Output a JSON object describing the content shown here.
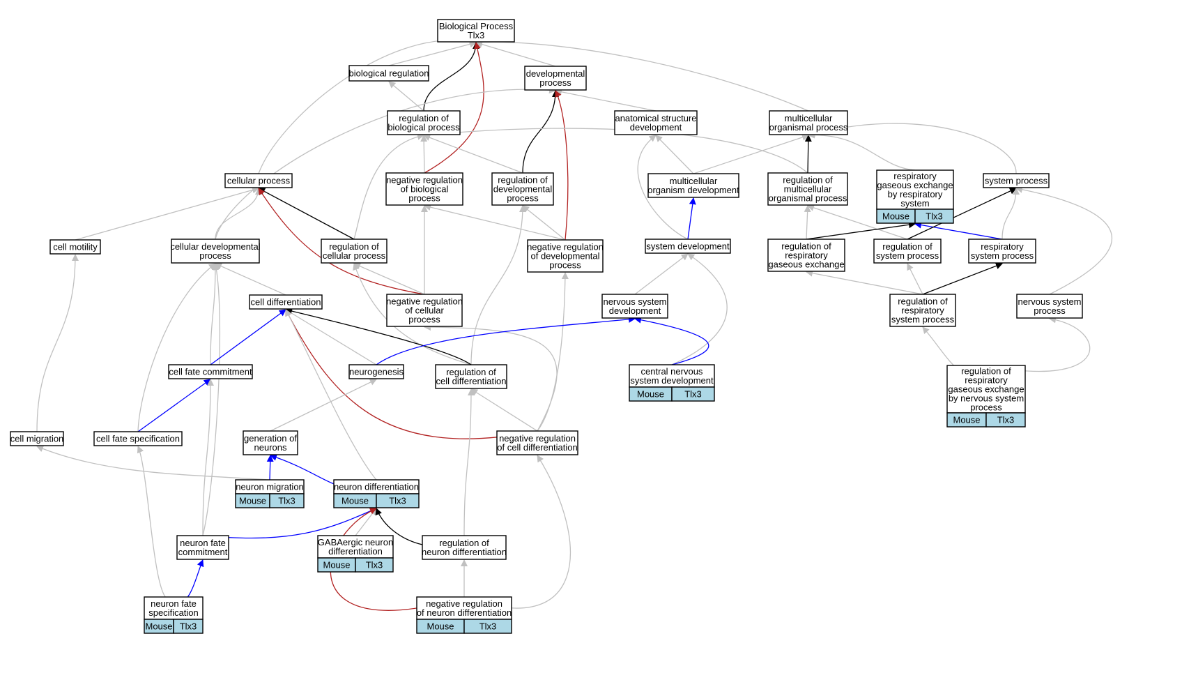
{
  "colors": {
    "gray": "#c0c0c0",
    "black": "#000000",
    "red": "#b22222",
    "blue": "#0000ff",
    "annotation_fill": "#add8e6"
  },
  "nodes": [
    {
      "id": "bp",
      "lines": [
        "Biological Process",
        "Tlx3"
      ]
    },
    {
      "id": "bioreg",
      "lines": [
        "biological regulation"
      ]
    },
    {
      "id": "devproc",
      "lines": [
        "developmental",
        "process"
      ]
    },
    {
      "id": "regbio",
      "lines": [
        "regulation of",
        "biological process"
      ]
    },
    {
      "id": "anat",
      "lines": [
        "anatomical structure",
        "development"
      ]
    },
    {
      "id": "multi",
      "lines": [
        "multicellular",
        "organismal process"
      ]
    },
    {
      "id": "cellproc",
      "lines": [
        "cellular process"
      ]
    },
    {
      "id": "negregbio",
      "lines": [
        "negative regulation",
        "of biological",
        "process"
      ]
    },
    {
      "id": "regdev",
      "lines": [
        "regulation of",
        "developmental",
        "process"
      ]
    },
    {
      "id": "multidev",
      "lines": [
        "multicellular",
        "organism development"
      ]
    },
    {
      "id": "regmulti",
      "lines": [
        "regulation of",
        "multicellular",
        "organismal process"
      ]
    },
    {
      "id": "respgas",
      "lines": [
        "respiratory",
        "gaseous exchange",
        "by respiratory",
        "system"
      ],
      "annot": [
        "Mouse",
        "Tlx3"
      ]
    },
    {
      "id": "sysproc",
      "lines": [
        "system process"
      ]
    },
    {
      "id": "cellmot",
      "lines": [
        "cell motility"
      ]
    },
    {
      "id": "celldevproc",
      "lines": [
        "cellular developmental",
        "process"
      ]
    },
    {
      "id": "regcell",
      "lines": [
        "regulation of",
        "cellular process"
      ]
    },
    {
      "id": "negregdev",
      "lines": [
        "negative regulation",
        "of developmental",
        "process"
      ]
    },
    {
      "id": "sysdev",
      "lines": [
        "system development"
      ]
    },
    {
      "id": "regresp",
      "lines": [
        "regulation of",
        "respiratory",
        "gaseous exchange"
      ]
    },
    {
      "id": "regsys",
      "lines": [
        "regulation of",
        "system process"
      ]
    },
    {
      "id": "respsys",
      "lines": [
        "respiratory",
        "system process"
      ]
    },
    {
      "id": "celldiff",
      "lines": [
        "cell differentiation"
      ]
    },
    {
      "id": "negregcell",
      "lines": [
        "negative regulation",
        "of cellular",
        "process"
      ]
    },
    {
      "id": "nsdev",
      "lines": [
        "nervous system",
        "development"
      ]
    },
    {
      "id": "regrespsys",
      "lines": [
        "regulation of",
        "respiratory",
        "system process"
      ]
    },
    {
      "id": "nsproc",
      "lines": [
        "nervous system",
        "process"
      ]
    },
    {
      "id": "cellfate",
      "lines": [
        "cell fate commitment"
      ]
    },
    {
      "id": "neurogen",
      "lines": [
        "neurogenesis"
      ]
    },
    {
      "id": "regcelldiff",
      "lines": [
        "regulation of",
        "cell differentiation"
      ]
    },
    {
      "id": "cns",
      "lines": [
        "central nervous",
        "system development"
      ],
      "annot": [
        "Mouse",
        "Tlx3"
      ]
    },
    {
      "id": "regrespns",
      "lines": [
        "regulation of",
        "respiratory",
        "gaseous exchange",
        "by nervous system",
        "process"
      ],
      "annot": [
        "Mouse",
        "Tlx3"
      ]
    },
    {
      "id": "cellmig",
      "lines": [
        "cell migration"
      ]
    },
    {
      "id": "cellfatespec",
      "lines": [
        "cell fate specification"
      ]
    },
    {
      "id": "genneur",
      "lines": [
        "generation of",
        "neurons"
      ]
    },
    {
      "id": "negregcelldiff",
      "lines": [
        "negative regulation",
        "of cell differentiation"
      ]
    },
    {
      "id": "neurmig",
      "lines": [
        "neuron migration"
      ],
      "annot": [
        "Mouse",
        "Tlx3"
      ]
    },
    {
      "id": "neurdiff",
      "lines": [
        "neuron differentiation"
      ],
      "annot": [
        "Mouse",
        "Tlx3"
      ]
    },
    {
      "id": "neurfate",
      "lines": [
        "neuron fate",
        "commitment"
      ]
    },
    {
      "id": "gaba",
      "lines": [
        "GABAergic neuron",
        "differentiation"
      ],
      "annot": [
        "Mouse",
        "Tlx3"
      ]
    },
    {
      "id": "regneurdiff",
      "lines": [
        "regulation of",
        "neuron differentiation"
      ]
    },
    {
      "id": "neurfatespec",
      "lines": [
        "neuron fate",
        "specification"
      ],
      "annot": [
        "Mouse",
        "Tlx3"
      ]
    },
    {
      "id": "negregneurdiff",
      "lines": [
        "negative regulation",
        "of neuron differentiation"
      ],
      "annot": [
        "Mouse",
        "Tlx3"
      ]
    }
  ],
  "edges": [
    {
      "from": "bioreg",
      "to": "bp",
      "type": "gray"
    },
    {
      "from": "devproc",
      "to": "bp",
      "type": "gray"
    },
    {
      "from": "multi",
      "to": "bp",
      "type": "gray"
    },
    {
      "from": "cellproc",
      "to": "bp",
      "type": "gray"
    },
    {
      "from": "regbio",
      "to": "bp",
      "type": "black"
    },
    {
      "from": "negregbio",
      "to": "bp",
      "type": "red"
    },
    {
      "from": "regbio",
      "to": "bioreg",
      "type": "gray"
    },
    {
      "from": "anat",
      "to": "devproc",
      "type": "gray"
    },
    {
      "from": "celldevproc",
      "to": "devproc",
      "type": "gray"
    },
    {
      "from": "regdev",
      "to": "devproc",
      "type": "black"
    },
    {
      "from": "negregdev",
      "to": "devproc",
      "type": "red"
    },
    {
      "from": "negregbio",
      "to": "regbio",
      "type": "gray"
    },
    {
      "from": "regdev",
      "to": "regbio",
      "type": "gray"
    },
    {
      "from": "regcell",
      "to": "regbio",
      "type": "gray"
    },
    {
      "from": "regmulti",
      "to": "regbio",
      "type": "gray"
    },
    {
      "from": "multidev",
      "to": "anat",
      "type": "gray"
    },
    {
      "from": "sysdev",
      "to": "anat",
      "type": "gray"
    },
    {
      "from": "multidev",
      "to": "multi",
      "type": "gray"
    },
    {
      "from": "regmulti",
      "to": "multi",
      "type": "black"
    },
    {
      "from": "respgas",
      "to": "multi",
      "type": "gray"
    },
    {
      "from": "sysproc",
      "to": "multi",
      "type": "gray"
    },
    {
      "from": "cellmot",
      "to": "cellproc",
      "type": "gray"
    },
    {
      "from": "celldevproc",
      "to": "cellproc",
      "type": "gray"
    },
    {
      "from": "regcell",
      "to": "cellproc",
      "type": "black"
    },
    {
      "from": "negregcell",
      "to": "cellproc",
      "type": "red"
    },
    {
      "from": "negregcell",
      "to": "negregbio",
      "type": "gray"
    },
    {
      "from": "negregdev",
      "to": "negregbio",
      "type": "gray"
    },
    {
      "from": "regcelldiff",
      "to": "regdev",
      "type": "gray"
    },
    {
      "from": "negregdev",
      "to": "regdev",
      "type": "gray"
    },
    {
      "from": "sysdev",
      "to": "multidev",
      "type": "blue"
    },
    {
      "from": "regresp",
      "to": "regmulti",
      "type": "gray"
    },
    {
      "from": "regsys",
      "to": "regmulti",
      "type": "gray"
    },
    {
      "from": "regresp",
      "to": "respgas",
      "type": "black"
    },
    {
      "from": "respsys",
      "to": "respgas",
      "type": "blue"
    },
    {
      "from": "regsys",
      "to": "sysproc",
      "type": "black"
    },
    {
      "from": "respsys",
      "to": "sysproc",
      "type": "gray"
    },
    {
      "from": "nsproc",
      "to": "sysproc",
      "type": "gray"
    },
    {
      "from": "cellmig",
      "to": "cellmot",
      "type": "gray"
    },
    {
      "from": "celldiff",
      "to": "celldevproc",
      "type": "gray"
    },
    {
      "from": "cellfate",
      "to": "celldevproc",
      "type": "gray"
    },
    {
      "from": "cellfatespec",
      "to": "celldevproc",
      "type": "gray"
    },
    {
      "from": "neurfate",
      "to": "celldevproc",
      "type": "gray"
    },
    {
      "from": "negregcell",
      "to": "regcell",
      "type": "gray"
    },
    {
      "from": "regcelldiff",
      "to": "regcell",
      "type": "gray"
    },
    {
      "from": "negregcelldiff",
      "to": "negregdev",
      "type": "gray"
    },
    {
      "from": "nsdev",
      "to": "sysdev",
      "type": "gray"
    },
    {
      "from": "cns",
      "to": "sysdev",
      "type": "gray"
    },
    {
      "from": "regrespsys",
      "to": "regresp",
      "type": "gray"
    },
    {
      "from": "regrespsys",
      "to": "regsys",
      "type": "gray"
    },
    {
      "from": "regrespsys",
      "to": "respsys",
      "type": "black"
    },
    {
      "from": "cellfate",
      "to": "celldiff",
      "type": "blue"
    },
    {
      "from": "neurogen",
      "to": "celldiff",
      "type": "gray"
    },
    {
      "from": "regcelldiff",
      "to": "celldiff",
      "type": "black"
    },
    {
      "from": "negregcelldiff",
      "to": "celldiff",
      "type": "red"
    },
    {
      "from": "neurdiff",
      "to": "celldiff",
      "type": "gray"
    },
    {
      "from": "negregcelldiff",
      "to": "negregcell",
      "type": "gray"
    },
    {
      "from": "neurogen",
      "to": "nsdev",
      "type": "blue"
    },
    {
      "from": "cns",
      "to": "nsdev",
      "type": "blue"
    },
    {
      "from": "regrespns",
      "to": "regrespsys",
      "type": "gray"
    },
    {
      "from": "regrespns",
      "to": "nsproc",
      "type": "gray"
    },
    {
      "from": "cellfatespec",
      "to": "cellfate",
      "type": "blue"
    },
    {
      "from": "neurfate",
      "to": "cellfate",
      "type": "gray"
    },
    {
      "from": "genneur",
      "to": "neurogen",
      "type": "gray"
    },
    {
      "from": "negregcelldiff",
      "to": "regcelldiff",
      "type": "gray"
    },
    {
      "from": "regneurdiff",
      "to": "regcelldiff",
      "type": "gray"
    },
    {
      "from": "neurmig",
      "to": "cellmig",
      "type": "gray"
    },
    {
      "from": "neurfatespec",
      "to": "cellfatespec",
      "type": "gray"
    },
    {
      "from": "neurmig",
      "to": "genneur",
      "type": "blue"
    },
    {
      "from": "neurdiff",
      "to": "genneur",
      "type": "blue"
    },
    {
      "from": "negregneurdiff",
      "to": "negregcelldiff",
      "type": "gray"
    },
    {
      "from": "neurfate",
      "to": "neurdiff",
      "type": "blue"
    },
    {
      "from": "gaba",
      "to": "neurdiff",
      "type": "gray"
    },
    {
      "from": "regneurdiff",
      "to": "neurdiff",
      "type": "black"
    },
    {
      "from": "negregneurdiff",
      "to": "neurdiff",
      "type": "red"
    },
    {
      "from": "neurfatespec",
      "to": "neurfate",
      "type": "blue"
    },
    {
      "from": "negregneurdiff",
      "to": "regneurdiff",
      "type": "gray"
    }
  ]
}
